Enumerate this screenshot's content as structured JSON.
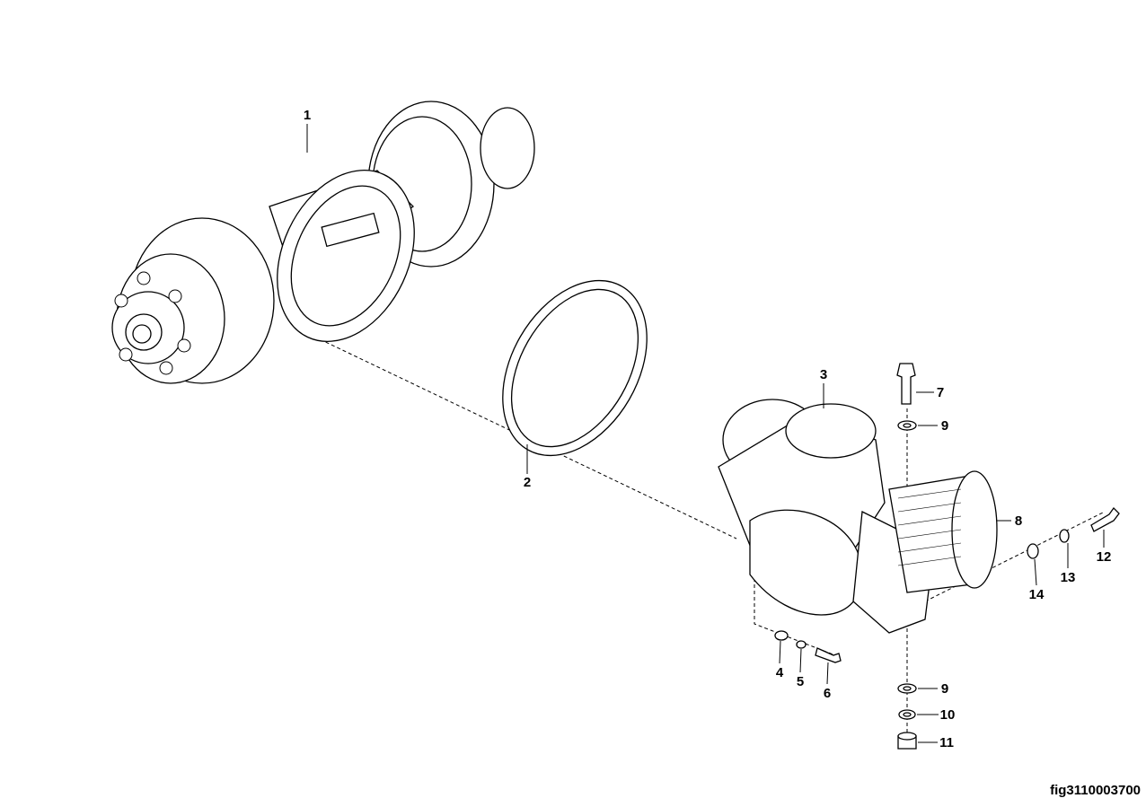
{
  "figure_id": "fig3110003700",
  "callouts": [
    "1",
    "2",
    "3",
    "4",
    "5",
    "6",
    "7",
    "8",
    "9",
    "9",
    "10",
    "11",
    "12",
    "13",
    "14"
  ],
  "colors": {
    "line": "#000000",
    "background": "#ffffff"
  }
}
